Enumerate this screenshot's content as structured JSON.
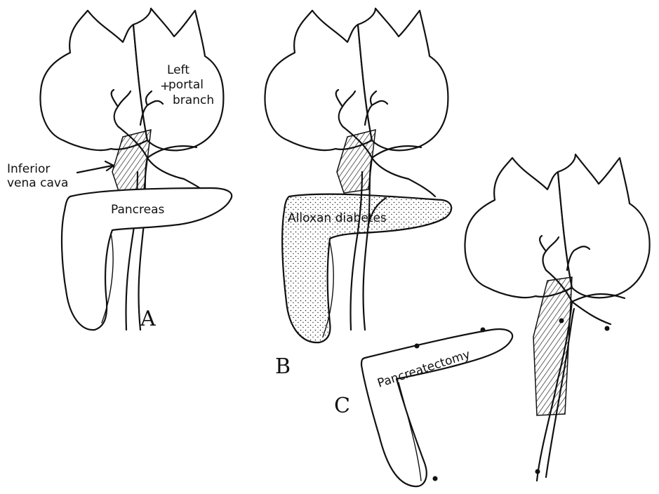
{
  "panels": {
    "a": {
      "letter": "A",
      "organ_label": "Pancreas"
    },
    "b": {
      "letter": "B",
      "organ_label": "Alloxan diabetes"
    },
    "c": {
      "letter": "C",
      "organ_label": "Pancreatectomy"
    }
  },
  "annotations": {
    "left_portal_branch": [
      "Left",
      "portal",
      "branch"
    ],
    "inferior_vena_cava": [
      "Inferior",
      "vena cava"
    ]
  },
  "colors": {
    "ink": "#111111",
    "paper": "#ffffff"
  }
}
